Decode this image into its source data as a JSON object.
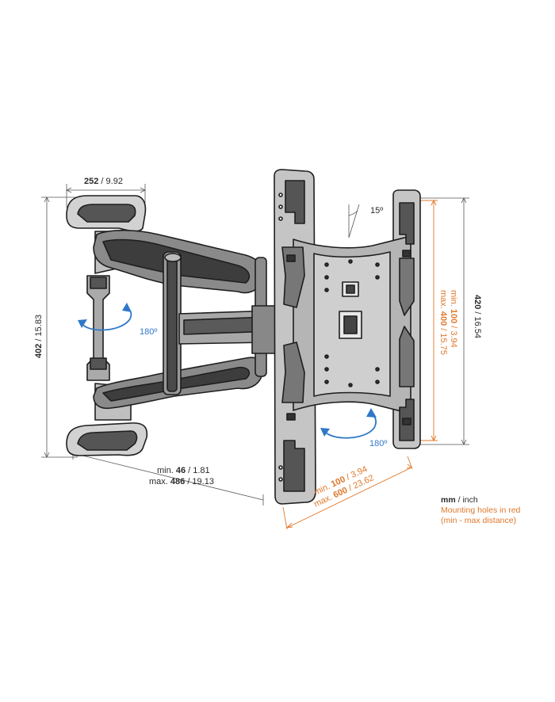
{
  "colors": {
    "dimension_orange": "#e0782b",
    "rotation_blue": "#2f78c8",
    "outline": "#1e1e1e",
    "mount_fill": "#c8c8c8",
    "mount_dark": "#555555"
  },
  "dimensions": {
    "top_width": {
      "value_bold": "252",
      "value_rest": " / 9.92"
    },
    "left_height": {
      "value_bold": "402",
      "value_rest": " / 15.83"
    },
    "right_height": {
      "value_bold": "420",
      "value_rest": " / 16.54"
    },
    "vesa_vertical_min": {
      "prefix": "min. ",
      "value_bold": "100",
      "value_rest": " / 3.94"
    },
    "vesa_vertical_max": {
      "prefix": "max. ",
      "value_bold": "400",
      "value_rest": " / 15.75"
    },
    "depth_min": {
      "prefix": "min. ",
      "value_bold": "46",
      "value_rest": " / 1.81"
    },
    "depth_max": {
      "prefix": "max. ",
      "value_bold": "486",
      "value_rest": " / 19.13"
    },
    "vesa_horizontal_min": {
      "prefix": "min. ",
      "value_bold": "100",
      "value_rest": " / 3.94"
    },
    "vesa_horizontal_max": {
      "prefix": "max. ",
      "value_bold": "600",
      "value_rest": " / 23.62"
    }
  },
  "angles": {
    "tilt": "15º",
    "swivel_arm": "180º",
    "swivel_plate": "180º"
  },
  "legend": {
    "units_bold": "mm",
    "units_rest": " / inch",
    "line2": "Mounting holes in red",
    "line3": "(min - max distance)"
  }
}
